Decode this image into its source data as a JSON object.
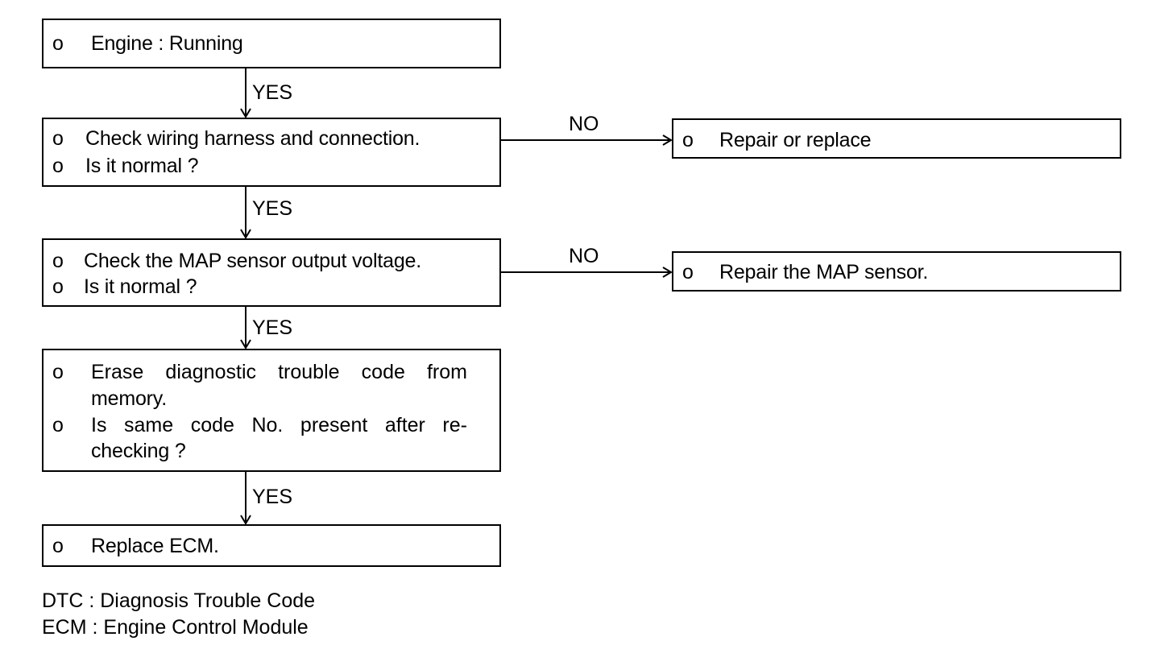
{
  "flowchart": {
    "steps": [
      {
        "bullet": "o",
        "lines": [
          "Engine : Running"
        ]
      },
      {
        "bullets": [
          "o",
          "o"
        ],
        "lines": [
          "Check wiring harness and connection.",
          "Is it normal ?"
        ],
        "no_action": {
          "bullet": "o",
          "text": "Repair or replace"
        }
      },
      {
        "bullets": [
          "o",
          "o"
        ],
        "lines": [
          "Check the MAP sensor output voltage.",
          "Is it normal ?"
        ],
        "no_action": {
          "bullet": "o",
          "text": "Repair the MAP sensor."
        }
      },
      {
        "bullets": [
          "o",
          "o"
        ],
        "lines": [
          "Erase diagnostic trouble code from",
          "memory.",
          "Is same code No. present after re-",
          "checking ?"
        ]
      },
      {
        "bullet": "o",
        "lines": [
          "Replace ECM."
        ]
      }
    ],
    "yes_label": "YES",
    "no_label": "NO"
  },
  "legend": [
    "DTC : Diagnosis Trouble Code",
    "ECM : Engine Control Module"
  ]
}
